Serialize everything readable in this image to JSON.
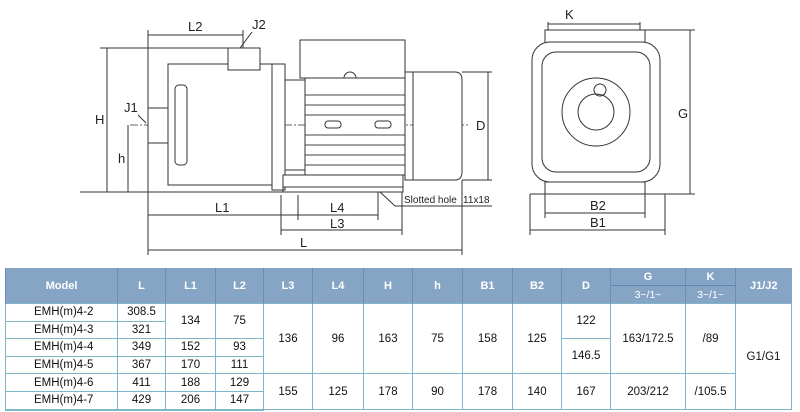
{
  "drawing": {
    "labels": {
      "L2": "L2",
      "J2": "J2",
      "H": "H",
      "J1": "J1",
      "h": "h",
      "D": "D",
      "L1": "L1",
      "L4": "L4",
      "L3": "L3",
      "L": "L",
      "slot": "Slotted hole",
      "slot_size": "11x18",
      "K": "K",
      "G": "G",
      "B2": "B2",
      "B1": "B1"
    }
  },
  "table": {
    "headers": [
      "Model",
      "L",
      "L1",
      "L2",
      "L3",
      "L4",
      "H",
      "h",
      "B1",
      "B2",
      "D",
      "G",
      "K",
      "J1/J2"
    ],
    "subheaders": {
      "G": "3~/1~",
      "K": "3~/1~"
    },
    "rows": [
      {
        "model": "EMH(m)4-2",
        "L": "308.5"
      },
      {
        "model": "EMH(m)4-3",
        "L": "321"
      },
      {
        "model": "EMH(m)4-4",
        "L": "349",
        "L1": "152",
        "L2": "93"
      },
      {
        "model": "EMH(m)4-5",
        "L": "367",
        "L1": "170",
        "L2": "111"
      },
      {
        "model": "EMH(m)4-6",
        "L": "411",
        "L1": "188",
        "L2": "129"
      },
      {
        "model": "EMH(m)4-7",
        "L": "429",
        "L1": "206",
        "L2": "147"
      }
    ],
    "merged": {
      "L1_2_3": "134",
      "L2_2_3": "75",
      "L3_a": "136",
      "L4_a": "96",
      "H_a": "163",
      "h_a": "75",
      "B1_a": "158",
      "B2_a": "125",
      "D_a": "122",
      "D_b": "146.5",
      "G_a": "163/172.5",
      "K_a": "/89",
      "J": "G1/G1",
      "L3_b": "155",
      "L4_b": "125",
      "H_b": "178",
      "h_b": "90",
      "B1_b": "178",
      "B2_b": "140",
      "D_c": "167",
      "G_b": "203/212",
      "K_b": "/105.5"
    }
  }
}
